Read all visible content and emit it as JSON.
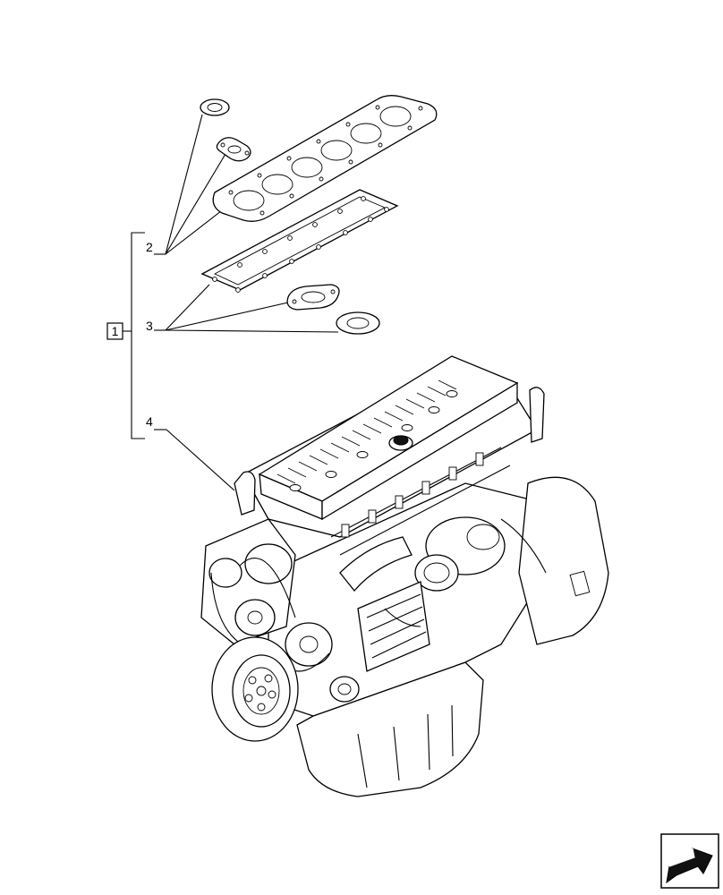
{
  "callouts": {
    "kit": "1",
    "gaskets_upper": "2",
    "gaskets_lower": "3",
    "engine": "4"
  },
  "icons": {
    "nav": "next-arrow-icon"
  }
}
